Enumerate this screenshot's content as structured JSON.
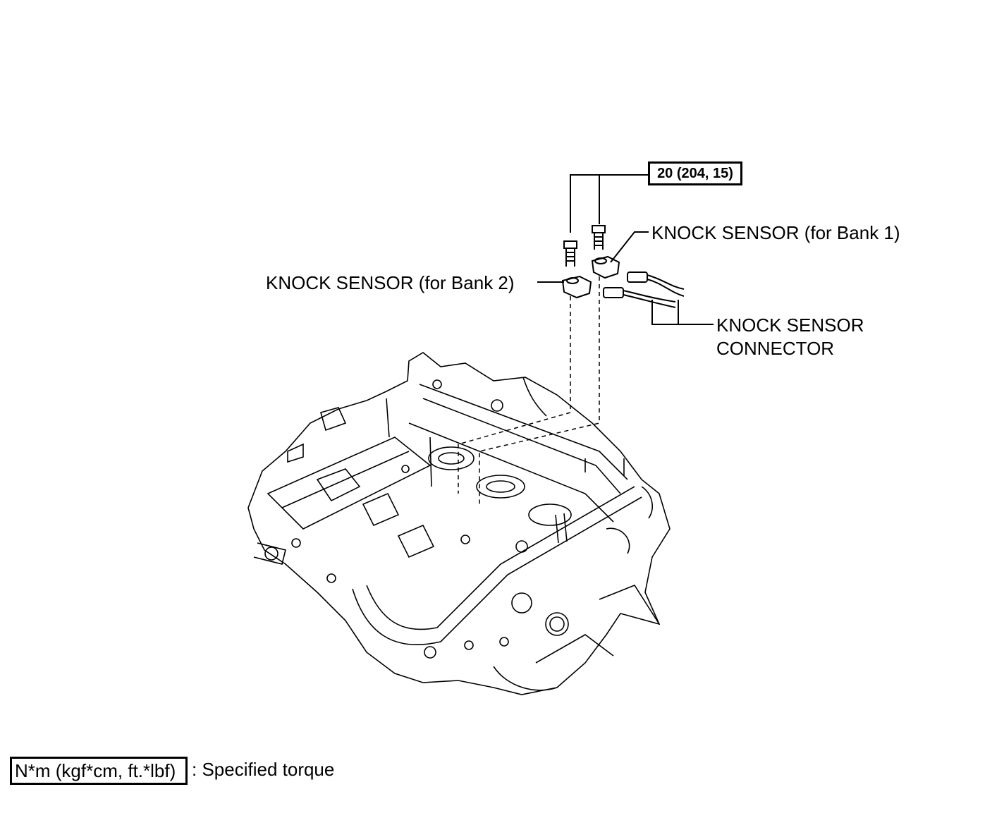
{
  "torque_spec": "20 (204, 15)",
  "labels": {
    "bank1": "KNOCK SENSOR (for Bank 1)",
    "bank2": "KNOCK SENSOR (for Bank 2)",
    "connector_line1": "KNOCK SENSOR",
    "connector_line2": "CONNECTOR"
  },
  "legend": {
    "unit": "N*m (kgf*cm, ft.*lbf)",
    "description": ": Specified torque"
  }
}
